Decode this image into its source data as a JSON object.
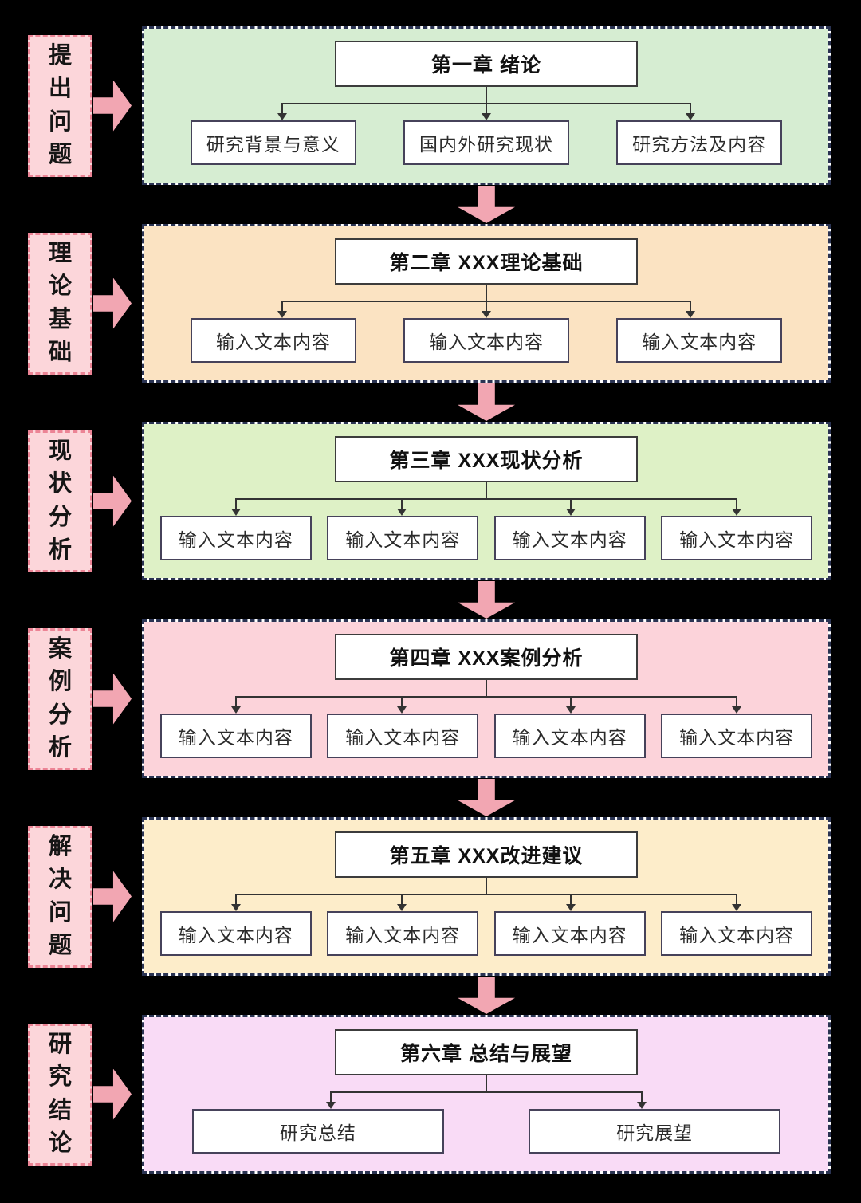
{
  "colors": {
    "background": "#000000",
    "stage_fill": "#fcd6da",
    "stage_border": "#ec8495",
    "arrow_pink": "#f2a6b2",
    "section_border": "#2a3352",
    "section_border_gap": "#ffffff",
    "box_background": "#ffffff",
    "box_border": "#46425a",
    "connector_line": "#333333"
  },
  "stages": [
    {
      "label": "提出问题",
      "section": {
        "title": "第一章 绪论",
        "fill": "#d6edd2",
        "children": [
          "研究背景与意义",
          "国内外研究现状",
          "研究方法及内容"
        ]
      }
    },
    {
      "label": "理论基础",
      "section": {
        "title": "第二章 XXX理论基础",
        "fill": "#fbe3c2",
        "children": [
          "输入文本内容",
          "输入文本内容",
          "输入文本内容"
        ]
      }
    },
    {
      "label": "现状分析",
      "section": {
        "title": "第三章 XXX现状分析",
        "fill": "#def1c6",
        "children": [
          "输入文本内容",
          "输入文本内容",
          "输入文本内容",
          "输入文本内容"
        ]
      }
    },
    {
      "label": "案例分析",
      "section": {
        "title": "第四章 XXX案例分析",
        "fill": "#fcd3da",
        "children": [
          "输入文本内容",
          "输入文本内容",
          "输入文本内容",
          "输入文本内容"
        ]
      }
    },
    {
      "label": "解决问题",
      "section": {
        "title": "第五章 XXX改进建议",
        "fill": "#fdedca",
        "children": [
          "输入文本内容",
          "输入文本内容",
          "输入文本内容",
          "输入文本内容"
        ]
      }
    },
    {
      "label": "研究结论",
      "section": {
        "title": "第六章 总结与展望",
        "fill": "#f9dbf6",
        "children": [
          "研究总结",
          "研究展望"
        ]
      }
    }
  ]
}
